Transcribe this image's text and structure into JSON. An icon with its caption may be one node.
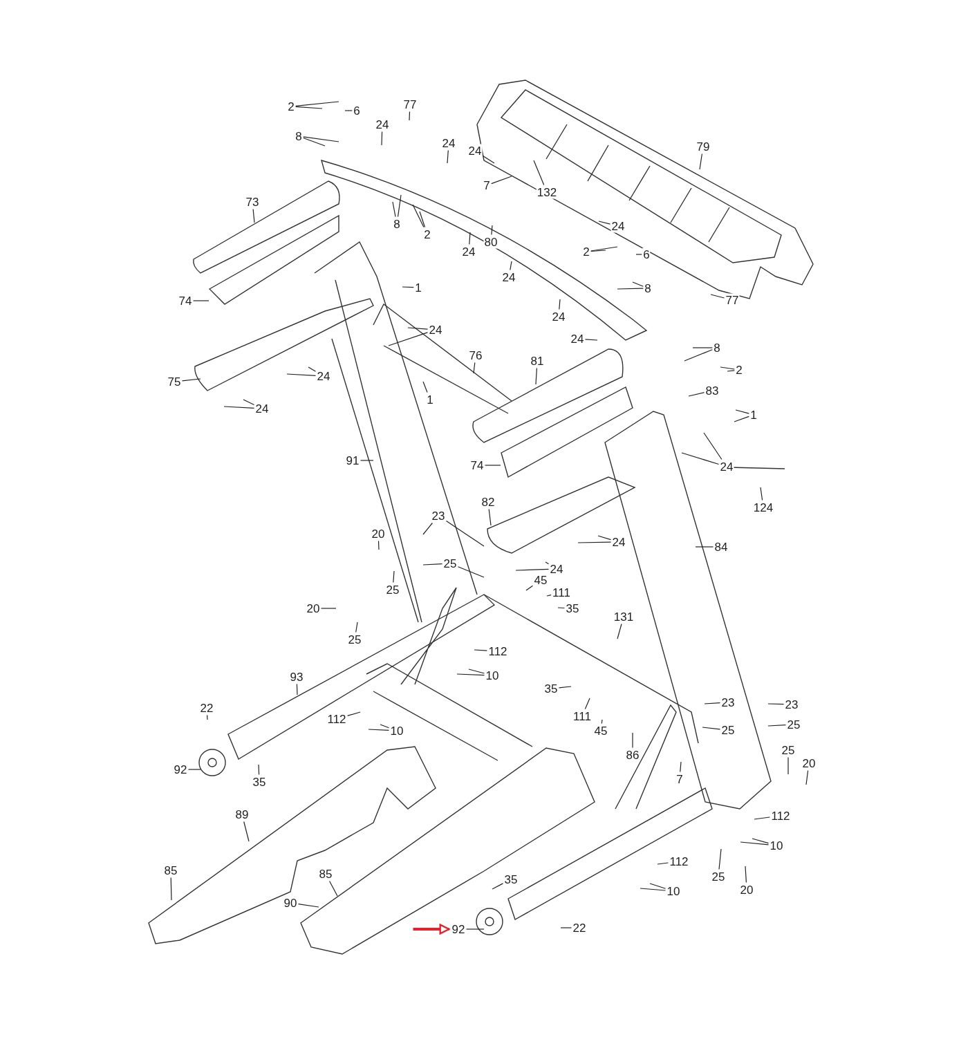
{
  "diagram": {
    "nodes": [
      {
        "text": [
          "2"
        ]
      },
      {
        "text": [
          "6"
        ]
      },
      {
        "text": [
          "77"
        ]
      },
      {
        "text": [
          "8"
        ]
      },
      {
        "text": [
          "24"
        ]
      },
      {
        "text": [
          "24"
        ]
      },
      {
        "text": [
          "24"
        ]
      },
      {
        "text": [
          "7"
        ]
      },
      {
        "text": [
          "132"
        ]
      },
      {
        "text": [
          "79"
        ]
      },
      {
        "text": [
          "73"
        ]
      },
      {
        "text": [
          "8"
        ]
      },
      {
        "text": [
          "2"
        ]
      },
      {
        "text": [
          "24"
        ]
      },
      {
        "text": [
          "80"
        ]
      },
      {
        "text": [
          "24"
        ]
      },
      {
        "text": [
          "2"
        ]
      },
      {
        "text": [
          "6"
        ]
      },
      {
        "text": [
          "24"
        ]
      },
      {
        "text": [
          "8"
        ]
      },
      {
        "text": [
          "1"
        ]
      },
      {
        "text": [
          "74"
        ]
      },
      {
        "text": [
          "77"
        ]
      },
      {
        "text": [
          "24"
        ]
      },
      {
        "text": [
          "24"
        ]
      },
      {
        "text": [
          "24"
        ]
      },
      {
        "text": [
          "76"
        ]
      },
      {
        "text": [
          "81"
        ]
      },
      {
        "text": [
          "8"
        ]
      },
      {
        "text": [
          "2"
        ]
      },
      {
        "text": [
          "75"
        ]
      },
      {
        "text": [
          "24"
        ]
      },
      {
        "text": [
          "1"
        ]
      },
      {
        "text": [
          "24"
        ]
      },
      {
        "text": [
          "83"
        ]
      },
      {
        "text": [
          "1"
        ]
      },
      {
        "text": [
          "91"
        ]
      },
      {
        "text": [
          "74"
        ]
      },
      {
        "text": [
          "24"
        ]
      },
      {
        "text": [
          "124"
        ]
      },
      {
        "text": [
          "82"
        ]
      },
      {
        "text": [
          "23"
        ]
      },
      {
        "text": [
          "20"
        ]
      },
      {
        "text": [
          "24"
        ]
      },
      {
        "text": [
          "84"
        ]
      },
      {
        "text": [
          "25"
        ]
      },
      {
        "text": [
          "24"
        ]
      },
      {
        "text": [
          "45"
        ]
      },
      {
        "text": [
          "25"
        ]
      },
      {
        "text": [
          "111"
        ]
      },
      {
        "text": [
          "35"
        ]
      },
      {
        "text": [
          "20"
        ]
      },
      {
        "text": [
          "131"
        ]
      },
      {
        "text": [
          "25"
        ]
      },
      {
        "text": [
          "112"
        ]
      },
      {
        "text": [
          "10"
        ]
      },
      {
        "text": [
          "93"
        ]
      },
      {
        "text": [
          "35"
        ]
      },
      {
        "text": [
          "23"
        ]
      },
      {
        "text": [
          "23"
        ]
      },
      {
        "text": [
          "22"
        ]
      },
      {
        "text": [
          "111"
        ]
      },
      {
        "text": [
          "112"
        ]
      },
      {
        "text": [
          "10"
        ]
      },
      {
        "text": [
          "25"
        ]
      },
      {
        "text": [
          "25"
        ]
      },
      {
        "text": [
          "45"
        ]
      },
      {
        "text": [
          "86"
        ]
      },
      {
        "text": [
          "25"
        ]
      },
      {
        "text": [
          "20"
        ]
      },
      {
        "text": [
          "92"
        ]
      },
      {
        "text": [
          "35"
        ]
      },
      {
        "text": [
          "7"
        ]
      },
      {
        "text": [
          "89"
        ]
      },
      {
        "text": [
          "112"
        ]
      },
      {
        "text": [
          "10"
        ]
      },
      {
        "text": [
          "112"
        ]
      },
      {
        "text": [
          "85"
        ]
      },
      {
        "text": [
          "85"
        ]
      },
      {
        "text": [
          "25"
        ]
      },
      {
        "text": [
          "35"
        ]
      },
      {
        "text": [
          "20"
        ]
      },
      {
        "text": [
          "10"
        ]
      },
      {
        "text": [
          "90"
        ]
      },
      {
        "text": [
          "92"
        ]
      },
      {
        "text": [
          "22"
        ]
      }
    ],
    "edges": [
      {
        "from": 0,
        "to": null,
        "arrow": "none"
      },
      {
        "from": 0,
        "to": null,
        "arrow": "none"
      },
      {
        "from": 1,
        "to": null,
        "arrow": "none"
      },
      {
        "from": 2,
        "to": null,
        "arrow": "none"
      },
      {
        "from": 3,
        "to": null,
        "arrow": "none"
      },
      {
        "from": 3,
        "to": null,
        "arrow": "none"
      },
      {
        "from": 4,
        "to": null,
        "arrow": "none"
      },
      {
        "from": 5,
        "to": null,
        "arrow": "none"
      },
      {
        "from": 6,
        "to": null,
        "arrow": "none"
      },
      {
        "from": 7,
        "to": null,
        "arrow": "none"
      },
      {
        "from": 8,
        "to": null,
        "arrow": "none"
      },
      {
        "from": 9,
        "to": null,
        "arrow": "none"
      },
      {
        "from": 10,
        "to": null,
        "arrow": "none"
      },
      {
        "from": 11,
        "to": null,
        "arrow": "none"
      },
      {
        "from": 11,
        "to": null,
        "arrow": "none"
      },
      {
        "from": 12,
        "to": null,
        "arrow": "none"
      },
      {
        "from": 12,
        "to": null,
        "arrow": "none"
      },
      {
        "from": 13,
        "to": null,
        "arrow": "none"
      },
      {
        "from": 14,
        "to": null,
        "arrow": "none"
      },
      {
        "from": 15,
        "to": null,
        "arrow": "none"
      },
      {
        "from": 16,
        "to": null,
        "arrow": "none"
      },
      {
        "from": 16,
        "to": null,
        "arrow": "none"
      },
      {
        "from": 17,
        "to": null,
        "arrow": "none"
      },
      {
        "from": 18,
        "to": null,
        "arrow": "none"
      },
      {
        "from": 19,
        "to": null,
        "arrow": "none"
      },
      {
        "from": 19,
        "to": null,
        "arrow": "none"
      },
      {
        "from": 20,
        "to": null,
        "arrow": "none"
      },
      {
        "from": 21,
        "to": null,
        "arrow": "none"
      },
      {
        "from": 22,
        "to": null,
        "arrow": "none"
      },
      {
        "from": 23,
        "to": null,
        "arrow": "none"
      },
      {
        "from": 24,
        "to": null,
        "arrow": "none"
      },
      {
        "from": 24,
        "to": null,
        "arrow": "none"
      },
      {
        "from": 25,
        "to": null,
        "arrow": "none"
      },
      {
        "from": 26,
        "to": null,
        "arrow": "none"
      },
      {
        "from": 27,
        "to": null,
        "arrow": "none"
      },
      {
        "from": 28,
        "to": null,
        "arrow": "none"
      },
      {
        "from": 28,
        "to": null,
        "arrow": "none"
      },
      {
        "from": 29,
        "to": null,
        "arrow": "none"
      },
      {
        "from": 29,
        "to": null,
        "arrow": "none"
      },
      {
        "from": 30,
        "to": null,
        "arrow": "none"
      },
      {
        "from": 31,
        "to": null,
        "arrow": "none"
      },
      {
        "from": 31,
        "to": null,
        "arrow": "none"
      },
      {
        "from": 32,
        "to": null,
        "arrow": "none"
      },
      {
        "from": 33,
        "to": null,
        "arrow": "none"
      },
      {
        "from": 33,
        "to": null,
        "arrow": "none"
      },
      {
        "from": 34,
        "to": null,
        "arrow": "none"
      },
      {
        "from": 35,
        "to": null,
        "arrow": "none"
      },
      {
        "from": 35,
        "to": null,
        "arrow": "none"
      },
      {
        "from": 36,
        "to": null,
        "arrow": "none"
      },
      {
        "from": 37,
        "to": null,
        "arrow": "none"
      },
      {
        "from": 38,
        "to": null,
        "arrow": "none"
      },
      {
        "from": 38,
        "to": null,
        "arrow": "none"
      },
      {
        "from": 39,
        "to": null,
        "arrow": "none"
      },
      {
        "from": 40,
        "to": null,
        "arrow": "none"
      },
      {
        "from": 41,
        "to": null,
        "arrow": "none"
      },
      {
        "from": 41,
        "to": null,
        "arrow": "none"
      },
      {
        "from": 42,
        "to": null,
        "arrow": "none"
      },
      {
        "from": 43,
        "to": null,
        "arrow": "none"
      },
      {
        "from": 43,
        "to": null,
        "arrow": "none"
      },
      {
        "from": 44,
        "to": null,
        "arrow": "none"
      },
      {
        "from": 45,
        "to": null,
        "arrow": "none"
      },
      {
        "from": 45,
        "to": null,
        "arrow": "none"
      },
      {
        "from": 46,
        "to": null,
        "arrow": "none"
      },
      {
        "from": 46,
        "to": null,
        "arrow": "none"
      },
      {
        "from": 47,
        "to": null,
        "arrow": "none"
      },
      {
        "from": 48,
        "to": null,
        "arrow": "none"
      },
      {
        "from": 49,
        "to": null,
        "arrow": "none"
      },
      {
        "from": 50,
        "to": null,
        "arrow": "none"
      },
      {
        "from": 51,
        "to": null,
        "arrow": "none"
      },
      {
        "from": 52,
        "to": null,
        "arrow": "none"
      },
      {
        "from": 53,
        "to": null,
        "arrow": "none"
      },
      {
        "from": 54,
        "to": null,
        "arrow": "none"
      },
      {
        "from": 55,
        "to": null,
        "arrow": "none"
      },
      {
        "from": 55,
        "to": null,
        "arrow": "none"
      },
      {
        "from": 56,
        "to": null,
        "arrow": "none"
      },
      {
        "from": 57,
        "to": null,
        "arrow": "none"
      },
      {
        "from": 58,
        "to": null,
        "arrow": "none"
      },
      {
        "from": 59,
        "to": null,
        "arrow": "none"
      },
      {
        "from": 60,
        "to": null,
        "arrow": "none"
      },
      {
        "from": 61,
        "to": null,
        "arrow": "none"
      },
      {
        "from": 62,
        "to": null,
        "arrow": "none"
      },
      {
        "from": 63,
        "to": null,
        "arrow": "none"
      },
      {
        "from": 63,
        "to": null,
        "arrow": "none"
      },
      {
        "from": 64,
        "to": null,
        "arrow": "none"
      },
      {
        "from": 65,
        "to": null,
        "arrow": "none"
      },
      {
        "from": 66,
        "to": null,
        "arrow": "none"
      },
      {
        "from": 67,
        "to": null,
        "arrow": "none"
      },
      {
        "from": 68,
        "to": null,
        "arrow": "none"
      },
      {
        "from": 69,
        "to": null,
        "arrow": "none"
      },
      {
        "from": 70,
        "to": null,
        "arrow": "none"
      },
      {
        "from": 71,
        "to": null,
        "arrow": "none"
      },
      {
        "from": 72,
        "to": null,
        "arrow": "none"
      },
      {
        "from": 73,
        "to": null,
        "arrow": "none"
      },
      {
        "from": 74,
        "to": null,
        "arrow": "none"
      },
      {
        "from": 75,
        "to": null,
        "arrow": "none"
      },
      {
        "from": 75,
        "to": null,
        "arrow": "none"
      },
      {
        "from": 76,
        "to": null,
        "arrow": "none"
      },
      {
        "from": 77,
        "to": null,
        "arrow": "none"
      },
      {
        "from": 78,
        "to": null,
        "arrow": "none"
      },
      {
        "from": 79,
        "to": null,
        "arrow": "none"
      },
      {
        "from": 80,
        "to": null,
        "arrow": "none"
      },
      {
        "from": 81,
        "to": null,
        "arrow": "none"
      },
      {
        "from": 82,
        "to": null,
        "arrow": "none"
      },
      {
        "from": 82,
        "to": null,
        "arrow": "none"
      },
      {
        "from": 83,
        "to": null,
        "arrow": "none"
      },
      {
        "from": 84,
        "to": null,
        "arrow": "none"
      },
      {
        "from": 85,
        "to": null,
        "arrow": "none"
      },
      {
        "from": null,
        "to": 84,
        "arrow": "to",
        "style": "thick",
        "color": "#e8202a"
      }
    ]
  }
}
